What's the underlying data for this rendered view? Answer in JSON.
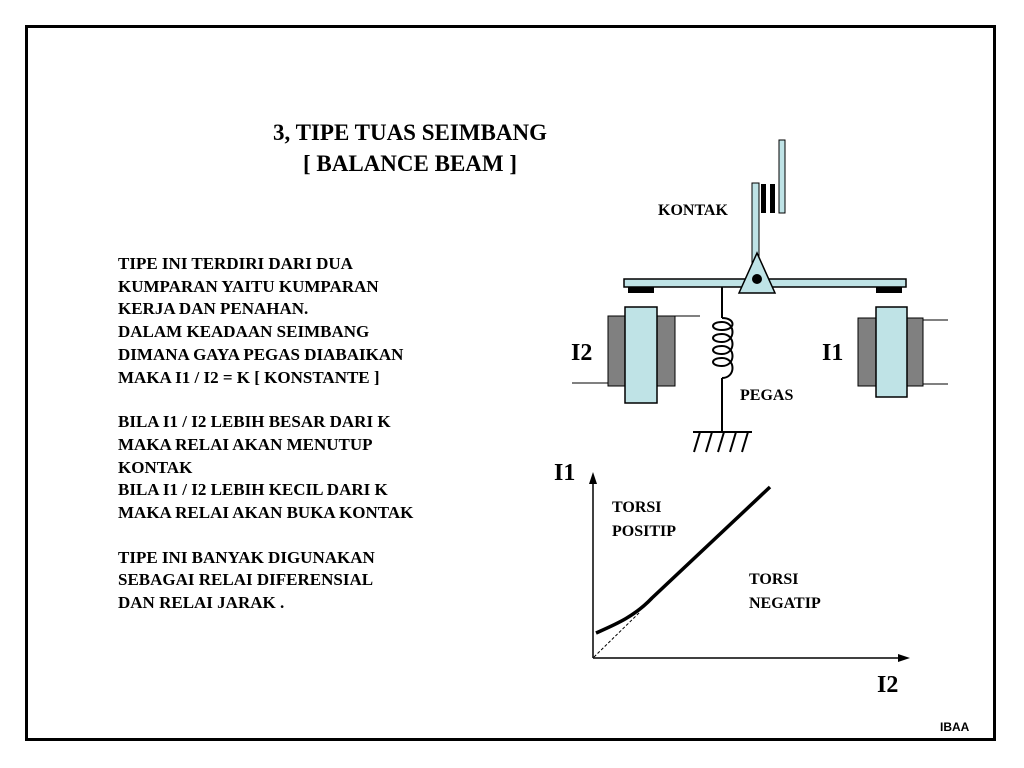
{
  "slide": {
    "title_line1": "3, TIPE  TUAS  SEIMBANG",
    "title_line2": "[ BALANCE  BEAM ]",
    "body_lines": [
      "TIPE  INI  TERDIRI  DARI  DUA",
      "KUMPARAN  YAITU  KUMPARAN",
      "KERJA  DAN  PENAHAN.",
      "DALAM  KEADAAN  SEIMBANG",
      "DIMANA  GAYA  PEGAS  DIABAIKAN",
      "MAKA I1 / I2 = K [ KONSTANTE ]",
      "",
      "BILA  I1 / I2 LEBIH BESAR DARI K",
      "MAKA  RELAI AKAN  MENUTUP",
      "KONTAK",
      "BILA I1 / I2 LEBIH  KECIL DARI K",
      "MAKA  RELAI  AKAN BUKA  KONTAK",
      "",
      "TIPE  INI  BANYAK  DIGUNAKAN",
      "SEBAGAI  RELAI  DIFERENSIAL",
      "DAN  RELAI  JARAK ."
    ],
    "credit": "IBAA"
  },
  "diagram": {
    "label_kontak": "KONTAK",
    "label_i2_coil": "I2",
    "label_i1_coil": "I1",
    "label_pegas": "PEGAS",
    "colors": {
      "coil_core": "#bfe3e6",
      "coil_winding": "#808080",
      "beam": "#bfe3e6",
      "contact": "#000000"
    }
  },
  "graph": {
    "y_axis_label": "I1",
    "x_axis_label": "I2",
    "region_top_line1": "TORSI",
    "region_top_line2": "POSITIP",
    "region_bottom_line1": "TORSI",
    "region_bottom_line2": "NEGATIP"
  }
}
